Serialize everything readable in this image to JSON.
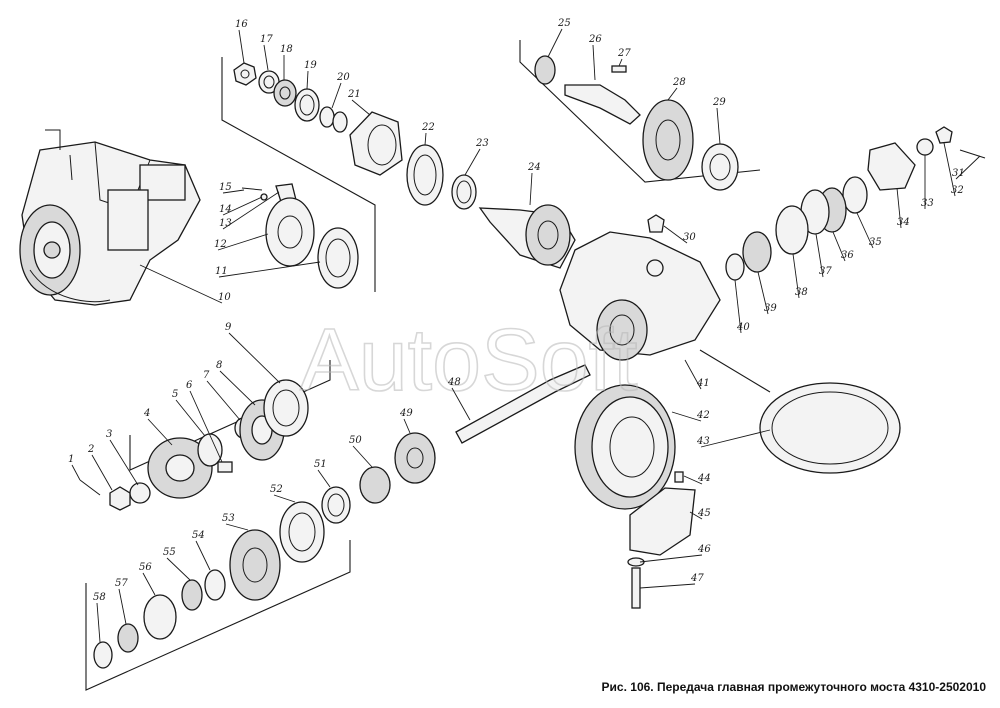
{
  "caption": "Рис. 106. Передача главная промежуточного моста 4310-2502010",
  "watermark": "AutoSoft",
  "part_numbers": [
    "1",
    "2",
    "3",
    "4",
    "5",
    "6",
    "7",
    "8",
    "9",
    "10",
    "11",
    "12",
    "13",
    "14",
    "15",
    "16",
    "17",
    "18",
    "19",
    "20",
    "21",
    "22",
    "23",
    "24",
    "25",
    "26",
    "27",
    "28",
    "29",
    "30",
    "31",
    "32",
    "33",
    "34",
    "35",
    "36",
    "37",
    "38",
    "39",
    "40",
    "41",
    "42",
    "43",
    "44",
    "45",
    "46",
    "47",
    "48",
    "49",
    "50",
    "51",
    "52",
    "53",
    "54",
    "55",
    "56",
    "57",
    "58"
  ],
  "colors": {
    "line": "#1a1a1a",
    "paper": "#ffffff",
    "watermark": "#b8b8b8"
  }
}
